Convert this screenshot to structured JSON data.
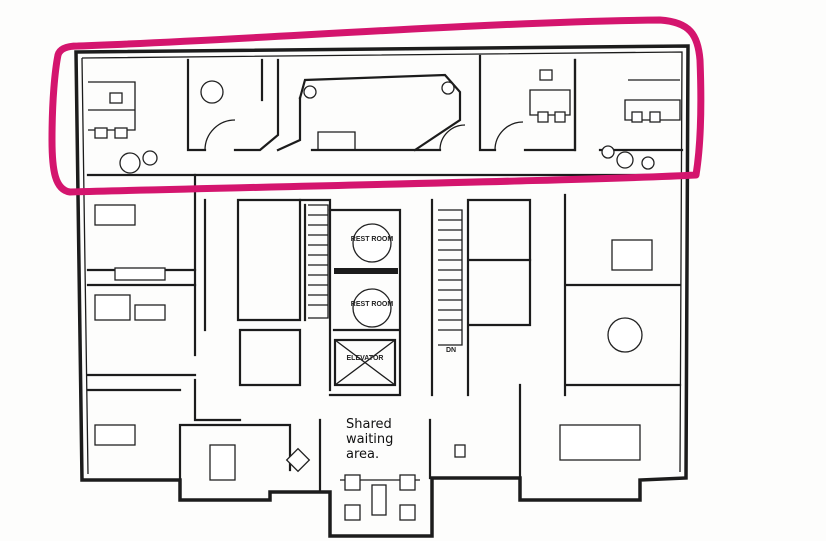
{
  "plan": {
    "labels": {
      "restroom_upper": "REST ROOM",
      "restroom_lower": "REST ROOM",
      "elevator": "ELEVATOR",
      "stairs_down": "DN",
      "waiting_line1": "Shared",
      "waiting_line2": "waiting",
      "waiting_line3": "area."
    },
    "highlight_color": "#d4156e",
    "line_color": "#1c1c1c"
  }
}
